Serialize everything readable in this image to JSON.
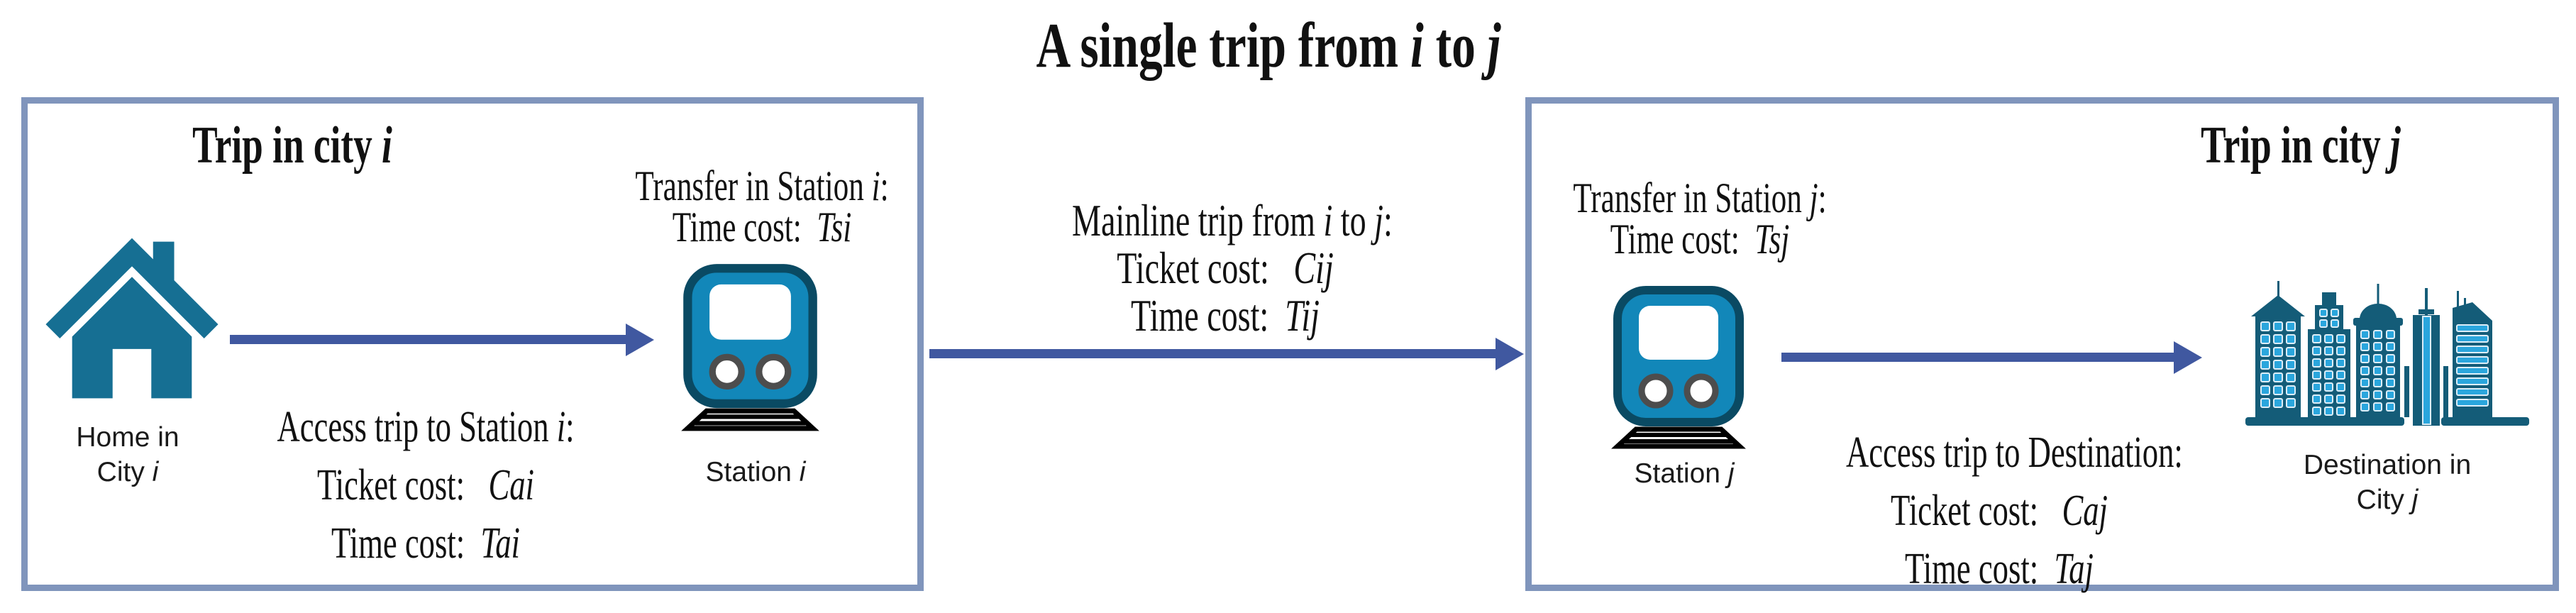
{
  "title": "A single trip from *i* to *j*",
  "colors": {
    "box_border": "#8095bc",
    "arrow": "#4058a0",
    "home_teal": "#166f93",
    "train_fill": "#1287b9",
    "train_outline": "#0a4a63",
    "building_fill": "#145c78",
    "building_window": "#2aa6dd",
    "text": "#111111"
  },
  "left_box": {
    "title": "Trip in city *i*",
    "transfer_note": {
      "line1": "Transfer in Station *i*:",
      "line2": "Time cost:  *Tsi*"
    },
    "home_label": {
      "line1": "Home in",
      "line2": "City *i*"
    },
    "station_label": "Station *i*",
    "access_note": {
      "line1": "Access trip to Station *i*:",
      "line2": "Ticket cost:   *Cai*",
      "line3": "Time cost:  *Tai*"
    }
  },
  "mainline": {
    "note": {
      "line1": "Mainline trip from *i* to *j*:",
      "line2": "Ticket cost:   *Cij*",
      "line3": "Time cost:  *Tij*"
    }
  },
  "right_box": {
    "title": "Trip in city *j*",
    "transfer_note": {
      "line1": "Transfer in Station *j*:",
      "line2": "Time cost:  *Tsj*"
    },
    "station_label": "Station *j*",
    "access_note": {
      "line1": "Access trip to Destination:",
      "line2": "Ticket cost:   *Caj*",
      "line3": "Time cost:  *Taj*"
    },
    "destination_label": {
      "line1": "Destination in",
      "line2": "City *j*"
    }
  },
  "icons": {
    "home": "home-icon",
    "station_i": "train-station-icon",
    "station_j": "train-station-icon",
    "destination": "city-buildings-icon"
  }
}
